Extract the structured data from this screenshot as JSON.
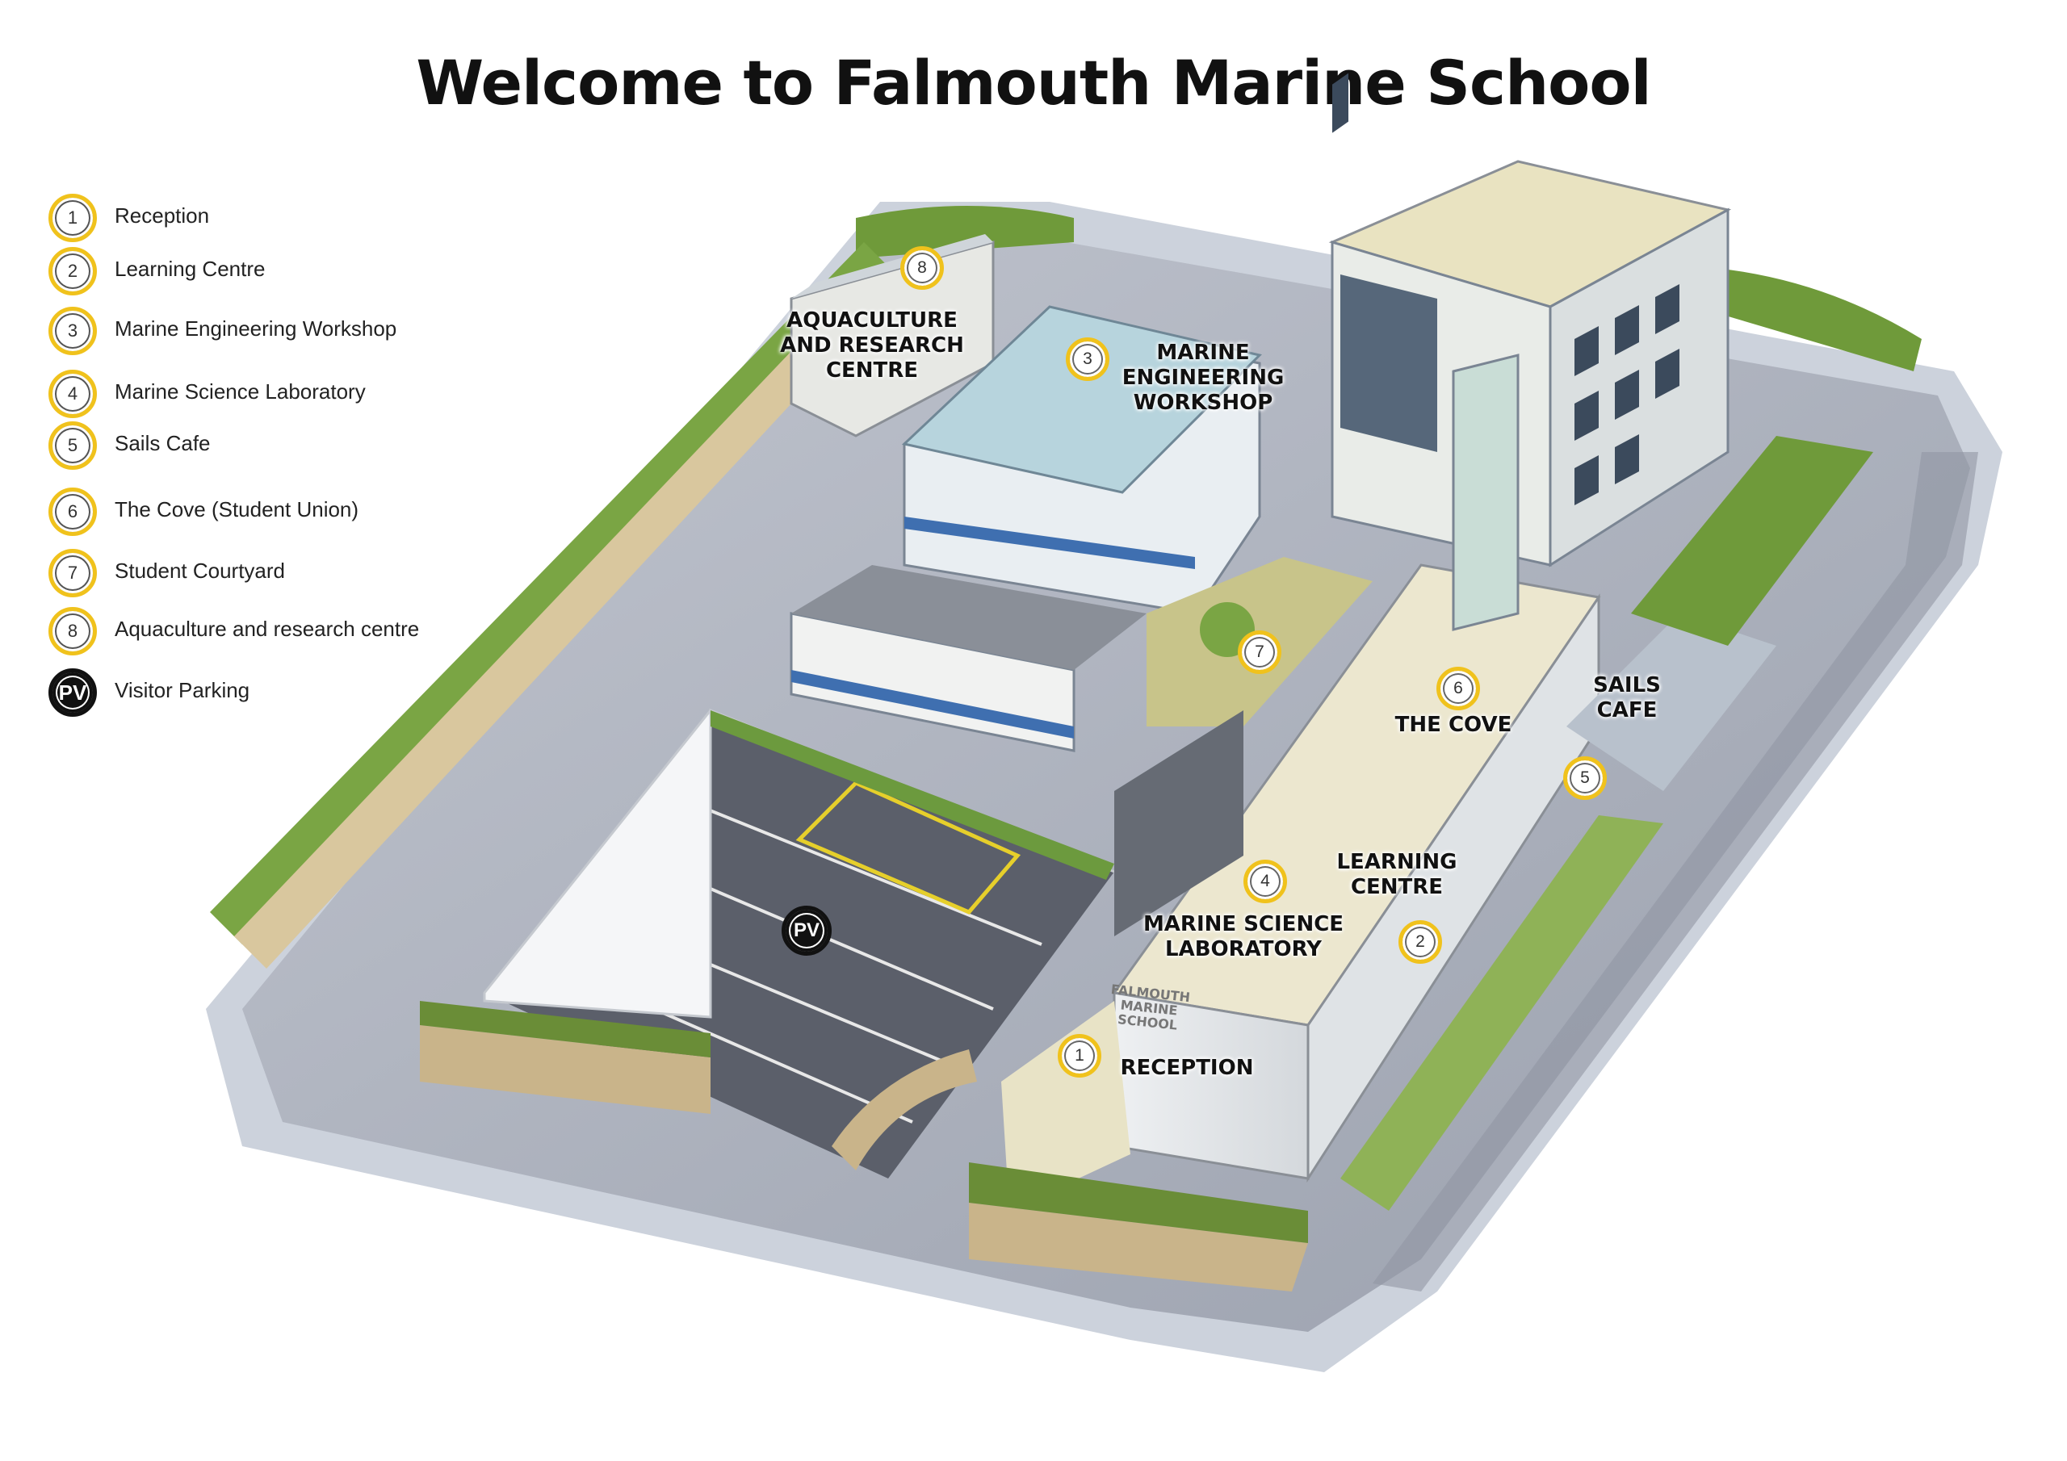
{
  "title": "Welcome to Falmouth Marine School",
  "legend": [
    {
      "marker": "1",
      "label": "Reception"
    },
    {
      "marker": "2",
      "label": "Learning Centre"
    },
    {
      "marker": "3",
      "label": "Marine Engineering Workshop"
    },
    {
      "marker": "4",
      "label": "Marine Science Laboratory"
    },
    {
      "marker": "5",
      "label": "Sails Cafe"
    },
    {
      "marker": "6",
      "label": "The Cove (Student Union)"
    },
    {
      "marker": "7",
      "label": "Student Courtyard"
    },
    {
      "marker": "8",
      "label": "Aquaculture and research centre"
    },
    {
      "marker": "PV",
      "label": "Visitor Parking"
    }
  ],
  "map_labels": {
    "aquaculture": "AQUACULTURE\nAND RESEARCH\nCENTRE",
    "workshop": "MARINE\nENGINEERING\nWORKSHOP",
    "cove": "THE COVE",
    "sails": "SAILS\nCAFE",
    "learning": "LEARNING\nCENTRE",
    "science": "MARINE SCIENCE\nLABORATORY",
    "reception": "RECEPTION",
    "sign": "FALMOUTH\nMARINE\nSCHOOL"
  },
  "pins": {
    "p1": "1",
    "p2": "2",
    "p3": "3",
    "p4": "4",
    "p5": "5",
    "p6": "6",
    "p7": "7",
    "p8": "8",
    "pv": "PV"
  },
  "colors": {
    "marker_ring": "#f0c21c",
    "road": "#a6abb8",
    "parking": "#5b5f6a",
    "roof": "#ece7cf",
    "greenery": "#6f9a3a",
    "stone": "#c9b48a"
  }
}
